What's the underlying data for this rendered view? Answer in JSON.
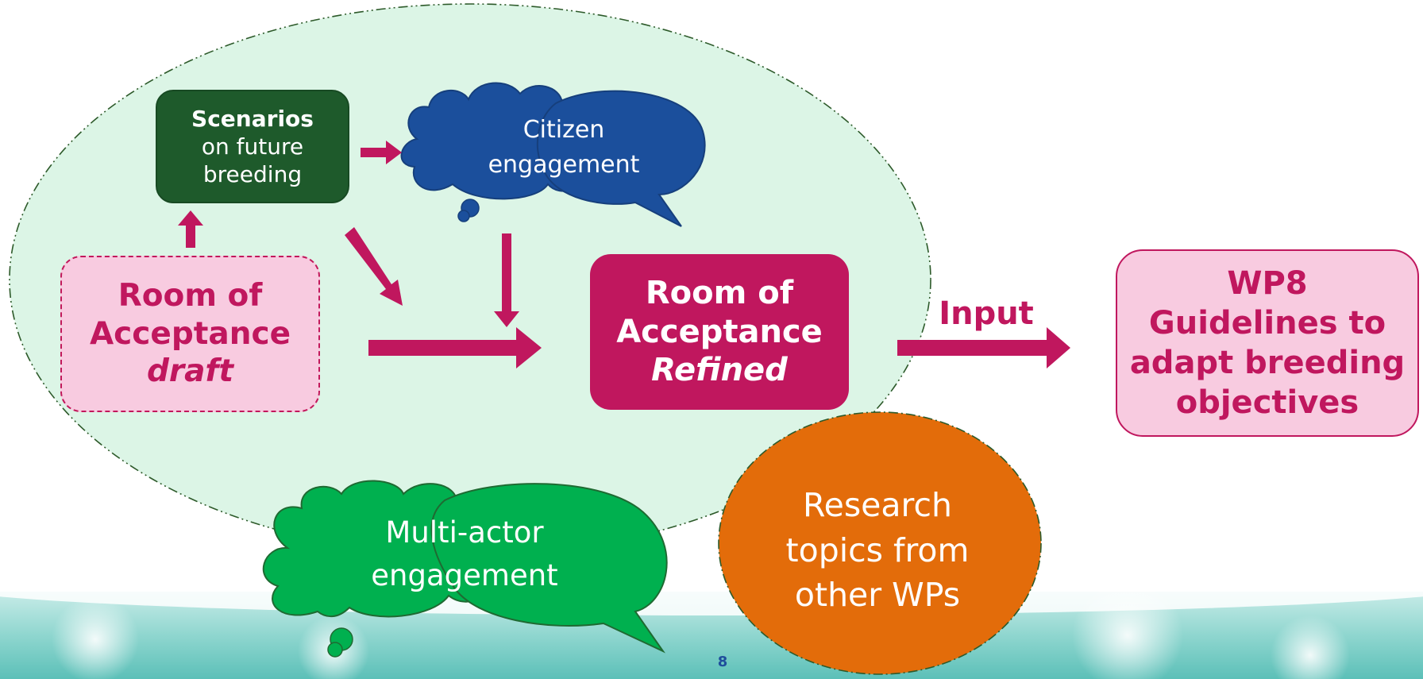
{
  "diagram": {
    "scenarios": {
      "bold": "Scenarios",
      "line2": "on future",
      "line3": "breeding"
    },
    "citizen": {
      "line1": "Citizen",
      "line2": "engagement"
    },
    "draft": {
      "line1": "Room of",
      "line2": "Acceptance",
      "line3": "draft"
    },
    "refined": {
      "line1": "Room of",
      "line2": "Acceptance",
      "line3": "Refined"
    },
    "input_label": "Input",
    "wp8": {
      "line1": "WP8",
      "line2": "Guidelines to",
      "line3": "adapt breeding",
      "line4": "objectives"
    },
    "multi_actor": {
      "line1": "Multi-actor",
      "line2": "engagement"
    },
    "research": {
      "line1": "Research",
      "line2": "topics from",
      "line3": "other WPs"
    }
  },
  "footer": {
    "page_number": "8"
  },
  "colors": {
    "magenta": "#c0175e",
    "light_pink": "#f8cbe0",
    "dark_green": "#1e5a2b",
    "navy_blue": "#1b4f9c",
    "bright_green": "#00b04f",
    "orange": "#e36c0a",
    "mint": "#dcf5e6"
  }
}
